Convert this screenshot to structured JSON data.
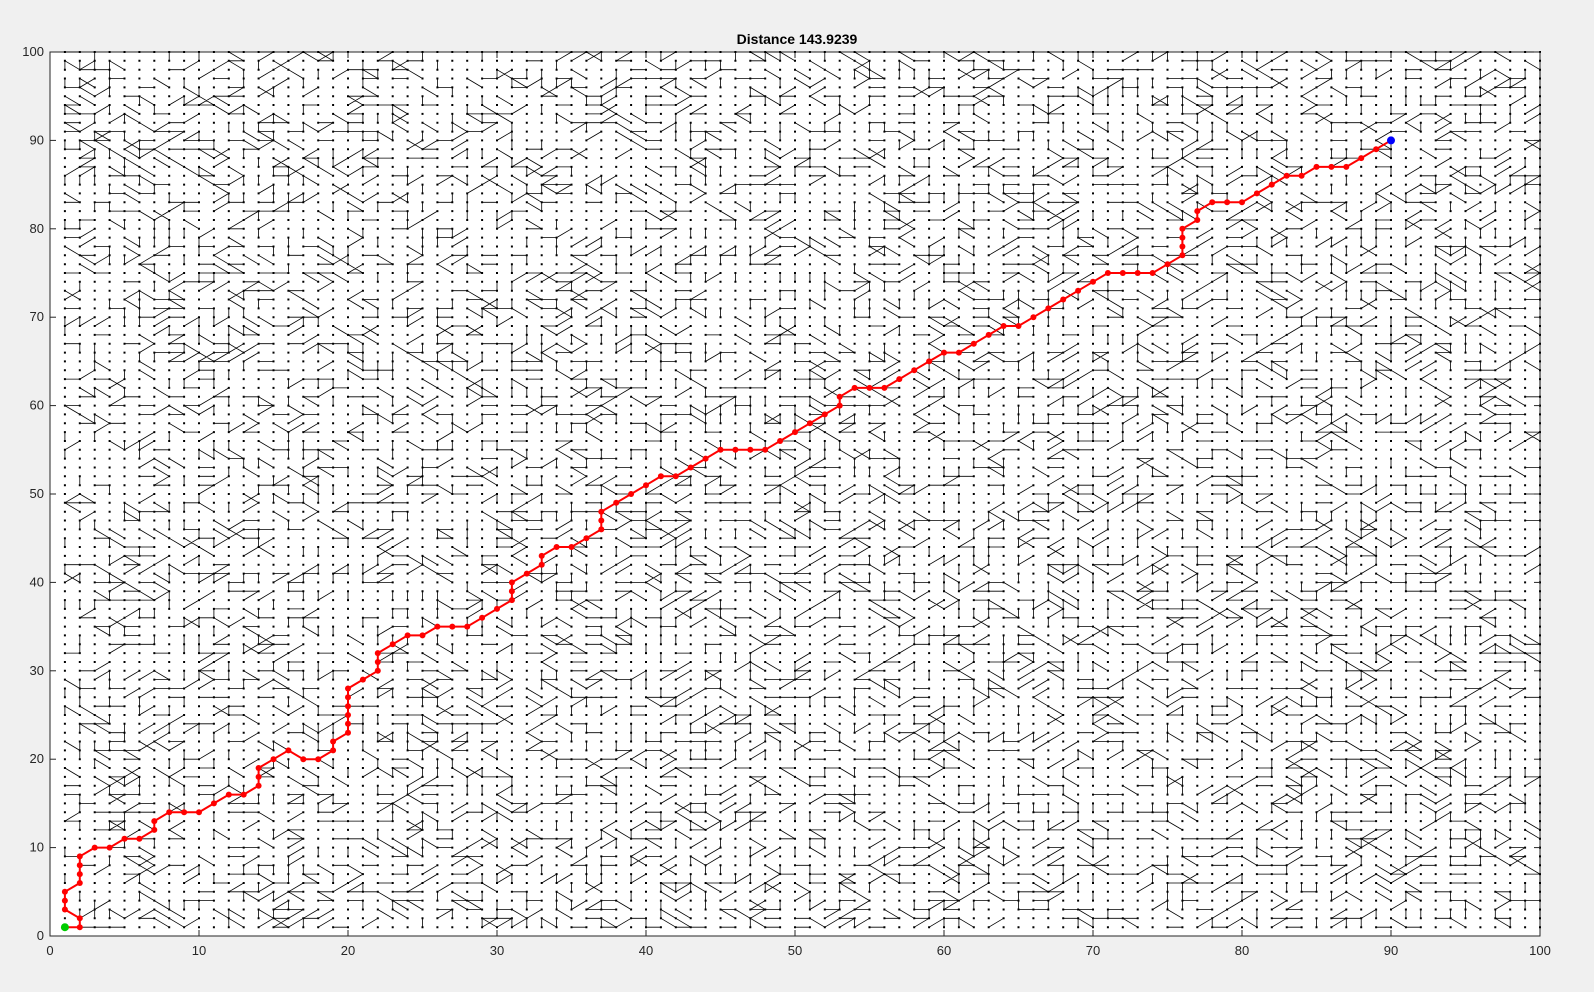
{
  "chart_data": {
    "type": "scatter",
    "title": "Distance 143.9239",
    "xlabel": "",
    "ylabel": "",
    "xlim": [
      0,
      100
    ],
    "ylim": [
      0,
      100
    ],
    "xticks": [
      0,
      10,
      20,
      30,
      40,
      50,
      60,
      70,
      80,
      90,
      100
    ],
    "yticks": [
      0,
      10,
      20,
      30,
      40,
      50,
      60,
      70,
      80,
      90,
      100
    ],
    "grid_nodes": {
      "x_start": 1,
      "x_end": 100,
      "y_start": 1,
      "y_end": 100,
      "step": 1
    },
    "grid": false,
    "legend": "none",
    "series": [
      {
        "style": "path",
        "color": "#ff0000",
        "points": [
          [
            1,
            1
          ],
          [
            2,
            1
          ],
          [
            2,
            2
          ],
          [
            1,
            3
          ],
          [
            1,
            4
          ],
          [
            1,
            5
          ],
          [
            2,
            6
          ],
          [
            2,
            7
          ],
          [
            2,
            8
          ],
          [
            2,
            9
          ],
          [
            3,
            10
          ],
          [
            4,
            10
          ],
          [
            5,
            11
          ],
          [
            6,
            11
          ],
          [
            7,
            12
          ],
          [
            7,
            13
          ],
          [
            8,
            14
          ],
          [
            9,
            14
          ],
          [
            10,
            14
          ],
          [
            11,
            15
          ],
          [
            12,
            16
          ],
          [
            13,
            16
          ],
          [
            14,
            17
          ],
          [
            14,
            18
          ],
          [
            14,
            19
          ],
          [
            15,
            20
          ],
          [
            16,
            21
          ],
          [
            17,
            20
          ],
          [
            18,
            20
          ],
          [
            19,
            21
          ],
          [
            19,
            22
          ],
          [
            20,
            23
          ],
          [
            20,
            24
          ],
          [
            20,
            25
          ],
          [
            20,
            26
          ],
          [
            20,
            27
          ],
          [
            20,
            28
          ],
          [
            21,
            29
          ],
          [
            22,
            30
          ],
          [
            22,
            31
          ],
          [
            22,
            32
          ],
          [
            23,
            33
          ],
          [
            24,
            34
          ],
          [
            25,
            34
          ],
          [
            26,
            35
          ],
          [
            27,
            35
          ],
          [
            28,
            35
          ],
          [
            29,
            36
          ],
          [
            30,
            37
          ],
          [
            31,
            38
          ],
          [
            31,
            39
          ],
          [
            31,
            40
          ],
          [
            32,
            41
          ],
          [
            33,
            42
          ],
          [
            33,
            43
          ],
          [
            34,
            44
          ],
          [
            35,
            44
          ],
          [
            36,
            45
          ],
          [
            37,
            46
          ],
          [
            37,
            47
          ],
          [
            37,
            48
          ],
          [
            38,
            49
          ],
          [
            39,
            50
          ],
          [
            40,
            51
          ],
          [
            41,
            52
          ],
          [
            42,
            52
          ],
          [
            43,
            53
          ],
          [
            44,
            54
          ],
          [
            45,
            55
          ],
          [
            46,
            55
          ],
          [
            47,
            55
          ],
          [
            48,
            55
          ],
          [
            49,
            56
          ],
          [
            50,
            57
          ],
          [
            51,
            58
          ],
          [
            52,
            59
          ],
          [
            53,
            60
          ],
          [
            53,
            61
          ],
          [
            54,
            62
          ],
          [
            55,
            62
          ],
          [
            56,
            62
          ],
          [
            57,
            63
          ],
          [
            58,
            64
          ],
          [
            59,
            65
          ],
          [
            60,
            66
          ],
          [
            61,
            66
          ],
          [
            62,
            67
          ],
          [
            63,
            68
          ],
          [
            64,
            69
          ],
          [
            65,
            69
          ],
          [
            66,
            70
          ],
          [
            67,
            71
          ],
          [
            68,
            72
          ],
          [
            69,
            73
          ],
          [
            70,
            74
          ],
          [
            71,
            75
          ],
          [
            72,
            75
          ],
          [
            73,
            75
          ],
          [
            74,
            75
          ],
          [
            75,
            76
          ],
          [
            76,
            77
          ],
          [
            76,
            78
          ],
          [
            76,
            79
          ],
          [
            76,
            80
          ],
          [
            77,
            81
          ],
          [
            77,
            82
          ],
          [
            78,
            83
          ],
          [
            79,
            83
          ],
          [
            80,
            83
          ],
          [
            81,
            84
          ],
          [
            82,
            85
          ],
          [
            83,
            86
          ],
          [
            84,
            86
          ],
          [
            85,
            87
          ],
          [
            86,
            87
          ],
          [
            87,
            87
          ],
          [
            88,
            88
          ],
          [
            89,
            89
          ],
          [
            90,
            90
          ]
        ]
      },
      {
        "style": "point",
        "label": "start",
        "color": "#00cc00",
        "points": [
          [
            1,
            1
          ]
        ]
      },
      {
        "style": "point",
        "label": "goal",
        "color": "#0000ff",
        "points": [
          [
            90,
            90
          ]
        ]
      }
    ],
    "colors": {
      "background": "#f0f0f0",
      "axes": "#ffffff",
      "edges": "#000000",
      "nodes": "#000000"
    }
  }
}
